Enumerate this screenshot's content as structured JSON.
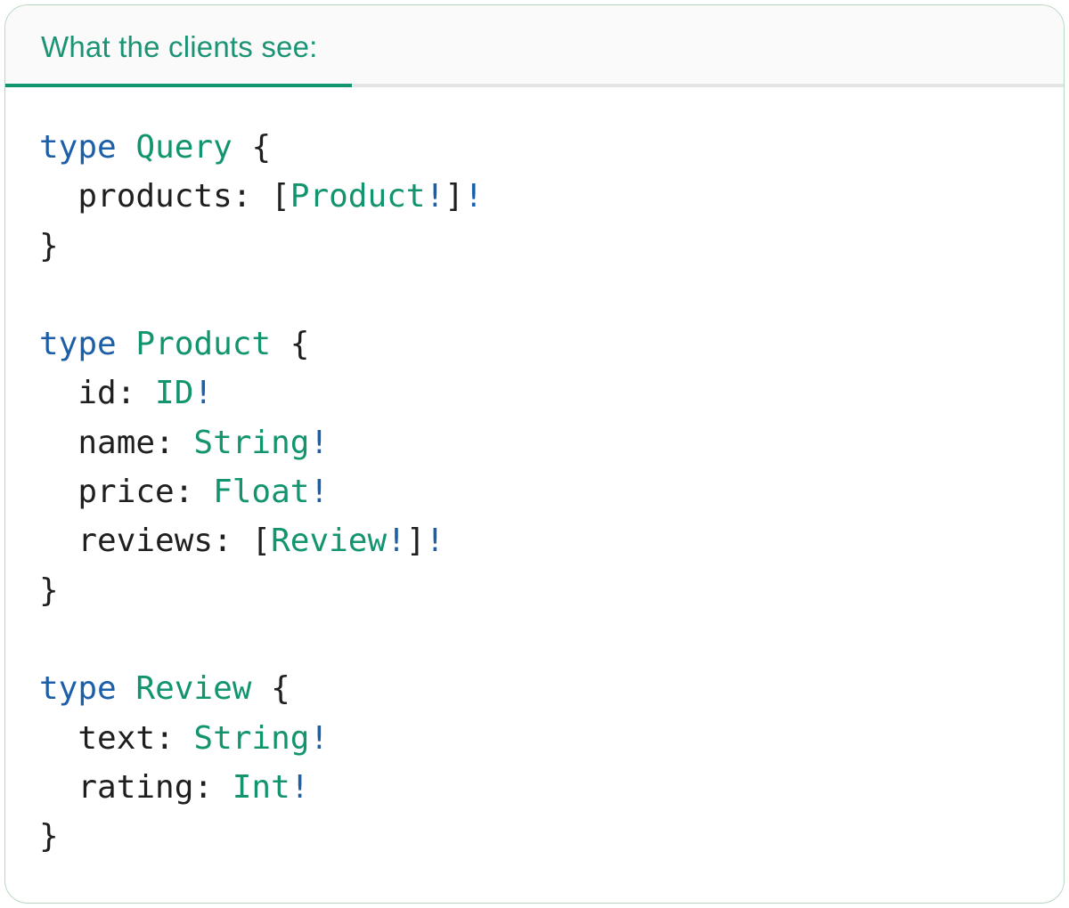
{
  "panel": {
    "tab": {
      "label": "What the clients see:"
    }
  },
  "colors": {
    "accent-teal": "#12946F",
    "title-teal": "#1A9474",
    "keyword-blue": "#1B5FA8",
    "code-text": "#1F1F1F",
    "panel-border": "#B7D7BF",
    "header-bg": "#FAFAFA",
    "divider-gray": "#E4E4E4",
    "panel-bg": "#FFFFFF"
  },
  "code": {
    "lines": [
      [
        {
          "t": "type",
          "c": "kw"
        },
        {
          "t": " ",
          "c": "plain"
        },
        {
          "t": "Query",
          "c": "type"
        },
        {
          "t": " {",
          "c": "plain"
        }
      ],
      [
        {
          "t": "  products: [",
          "c": "plain"
        },
        {
          "t": "Product",
          "c": "type"
        },
        {
          "t": "!",
          "c": "bang"
        },
        {
          "t": "]",
          "c": "plain"
        },
        {
          "t": "!",
          "c": "bang"
        }
      ],
      [
        {
          "t": "}",
          "c": "plain"
        }
      ],
      [],
      [
        {
          "t": "type",
          "c": "kw"
        },
        {
          "t": " ",
          "c": "plain"
        },
        {
          "t": "Product",
          "c": "type"
        },
        {
          "t": " {",
          "c": "plain"
        }
      ],
      [
        {
          "t": "  id: ",
          "c": "plain"
        },
        {
          "t": "ID",
          "c": "type"
        },
        {
          "t": "!",
          "c": "bang"
        }
      ],
      [
        {
          "t": "  name: ",
          "c": "plain"
        },
        {
          "t": "String",
          "c": "type"
        },
        {
          "t": "!",
          "c": "bang"
        }
      ],
      [
        {
          "t": "  price: ",
          "c": "plain"
        },
        {
          "t": "Float",
          "c": "type"
        },
        {
          "t": "!",
          "c": "bang"
        }
      ],
      [
        {
          "t": "  reviews: [",
          "c": "plain"
        },
        {
          "t": "Review",
          "c": "type"
        },
        {
          "t": "!",
          "c": "bang"
        },
        {
          "t": "]",
          "c": "plain"
        },
        {
          "t": "!",
          "c": "bang"
        }
      ],
      [
        {
          "t": "}",
          "c": "plain"
        }
      ],
      [],
      [
        {
          "t": "type",
          "c": "kw"
        },
        {
          "t": " ",
          "c": "plain"
        },
        {
          "t": "Review",
          "c": "type"
        },
        {
          "t": " {",
          "c": "plain"
        }
      ],
      [
        {
          "t": "  text: ",
          "c": "plain"
        },
        {
          "t": "String",
          "c": "type"
        },
        {
          "t": "!",
          "c": "bang"
        }
      ],
      [
        {
          "t": "  rating: ",
          "c": "plain"
        },
        {
          "t": "Int",
          "c": "type"
        },
        {
          "t": "!",
          "c": "bang"
        }
      ],
      [
        {
          "t": "}",
          "c": "plain"
        }
      ]
    ]
  }
}
